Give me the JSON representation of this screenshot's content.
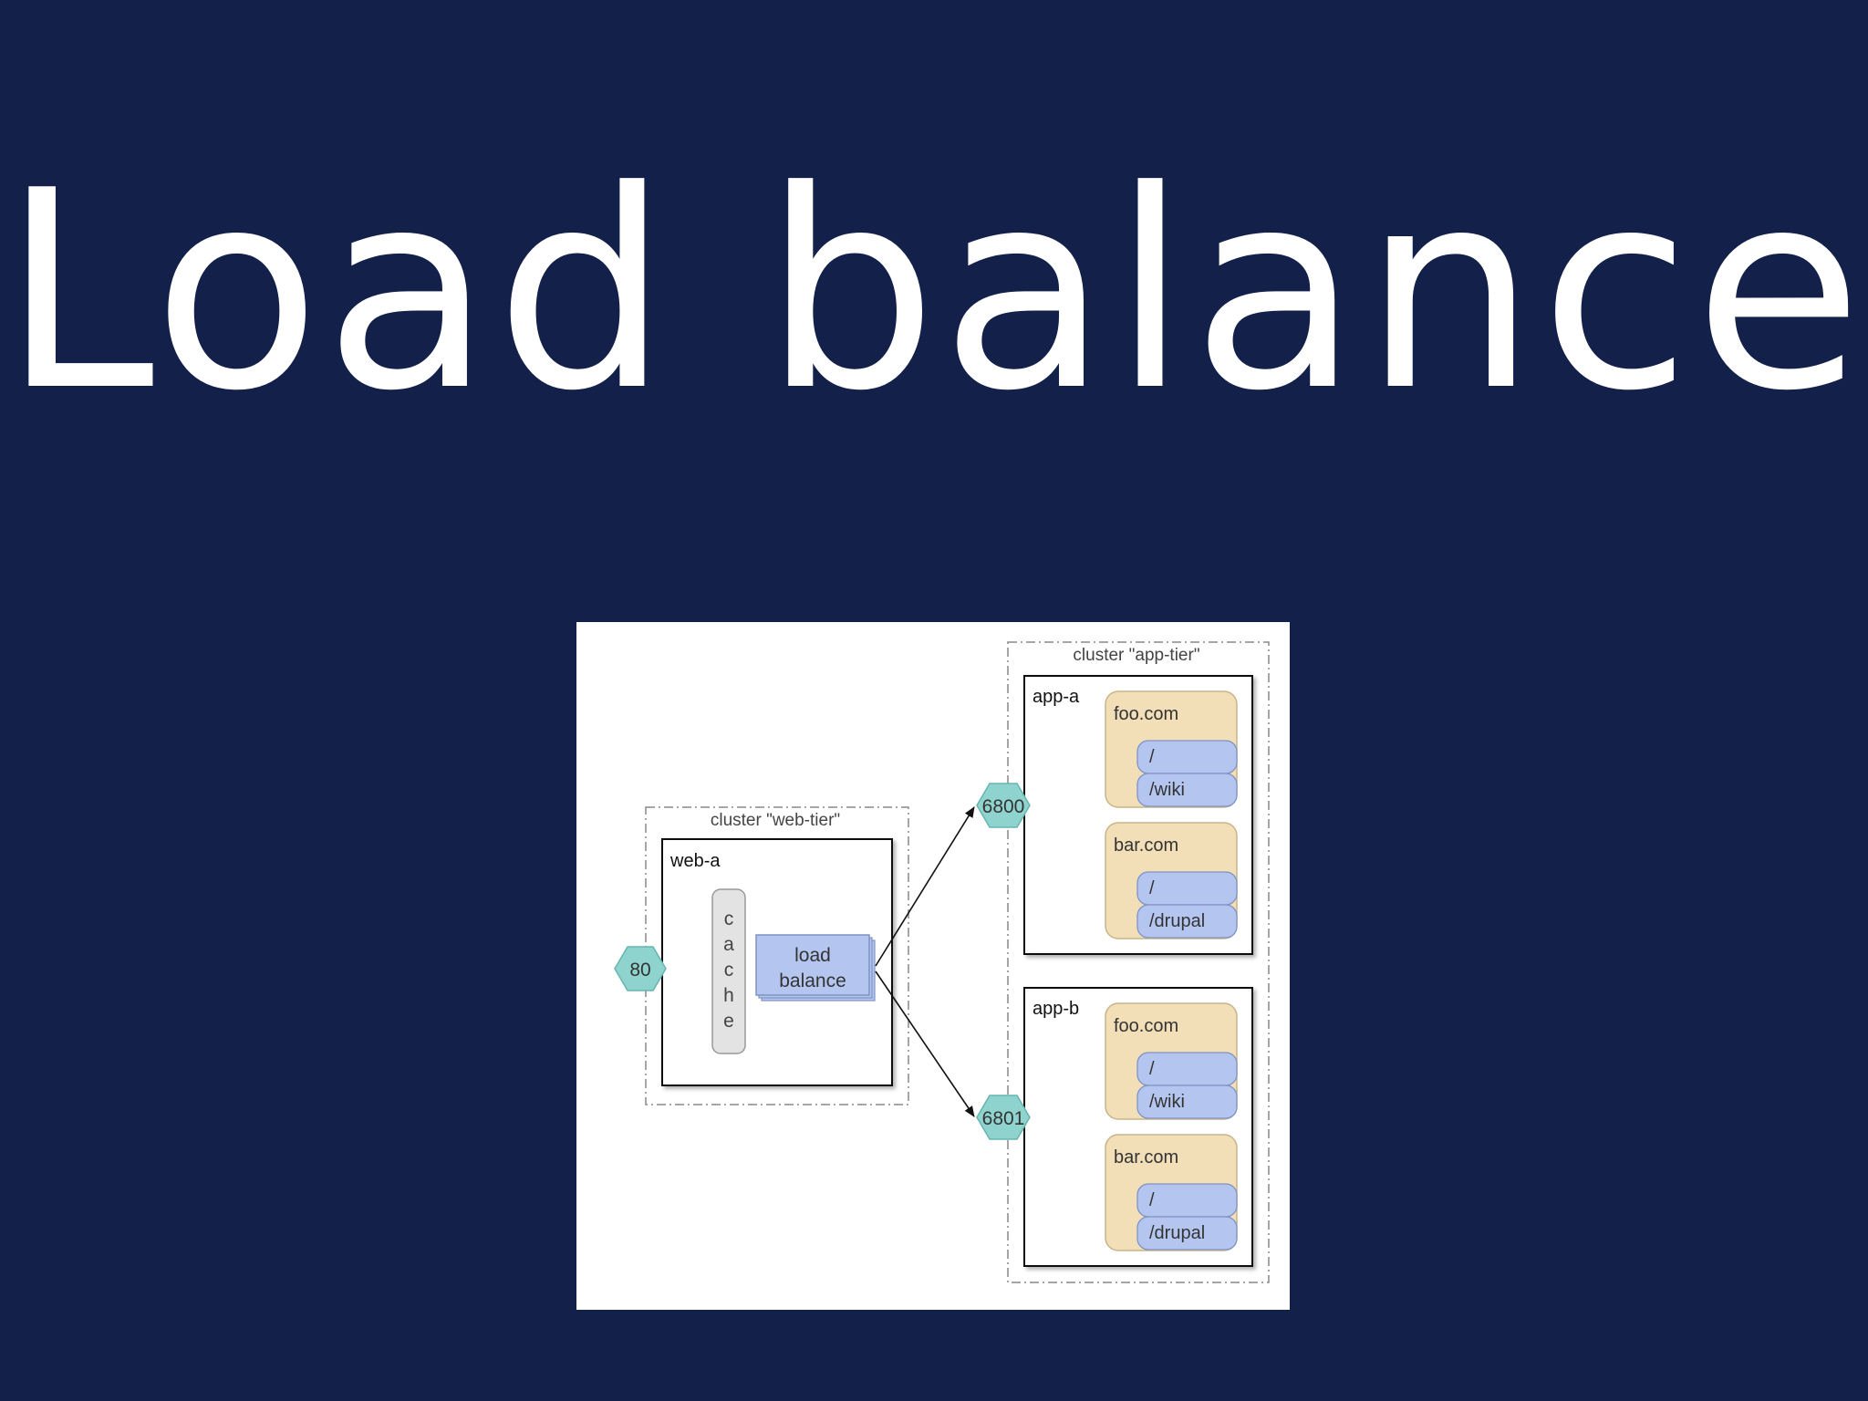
{
  "slide": {
    "title": "Load balance"
  },
  "diagram": {
    "web_tier": {
      "cluster_label": "cluster \"web-tier\"",
      "host": "web-a",
      "port": "80",
      "cache_letters": [
        "c",
        "a",
        "c",
        "h",
        "e"
      ],
      "load_balance_lines": [
        "load",
        "balance"
      ]
    },
    "app_tier": {
      "cluster_label": "cluster \"app-tier\"",
      "hosts": [
        {
          "name": "app-a",
          "port": "6800",
          "sites": [
            {
              "domain": "foo.com",
              "paths": [
                "/",
                "/wiki"
              ]
            },
            {
              "domain": "bar.com",
              "paths": [
                "/",
                "/drupal"
              ]
            }
          ]
        },
        {
          "name": "app-b",
          "port": "6801",
          "sites": [
            {
              "domain": "foo.com",
              "paths": [
                "/",
                "/wiki"
              ]
            },
            {
              "domain": "bar.com",
              "paths": [
                "/",
                "/drupal"
              ]
            }
          ]
        }
      ]
    },
    "colors": {
      "background": "#13204a",
      "port_hexagon": "#8fd3cf",
      "site_box": "#f2dfb8",
      "path_box": "#b4c6ef",
      "cache_box": "#e3e3e3"
    }
  }
}
